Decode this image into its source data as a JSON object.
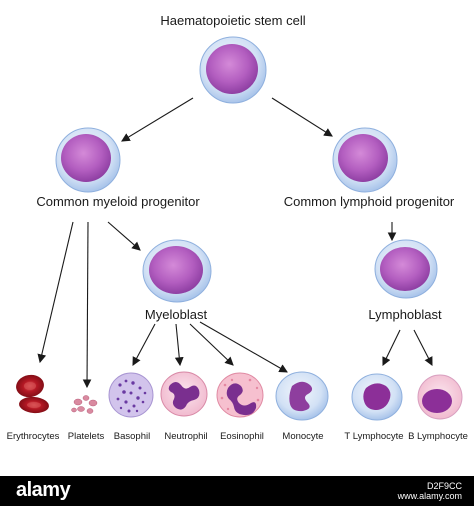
{
  "diagram": {
    "root": "Haematopoietic stem cell",
    "myeloid_progenitor": "Common myeloid progenitor",
    "lymphoid_progenitor": "Common lymphoid progenitor",
    "myeloblast": "Myeloblast",
    "lymphoblast": "Lymphoblast",
    "cells": {
      "erythrocytes": "Erythrocytes",
      "platelets": "Platelets",
      "basophil": "Basophil",
      "neutrophil": "Neutrophil",
      "eosinophil": "Eosinophil",
      "monocyte": "Monocyte",
      "t_lymphocyte": "T Lymphocyte",
      "b_lymphocyte": "B Lymphocyte"
    }
  },
  "watermark": {
    "logo": "alamy",
    "image_id": "D2F9CC",
    "site": "www.alamy.com"
  },
  "colors": {
    "stem_membrane": "#bcd4f0",
    "nucleus": "#a93fb3",
    "erythrocyte": "#c0202a",
    "eosinophil_granules": "#e88aa0",
    "footer": "#000000"
  }
}
